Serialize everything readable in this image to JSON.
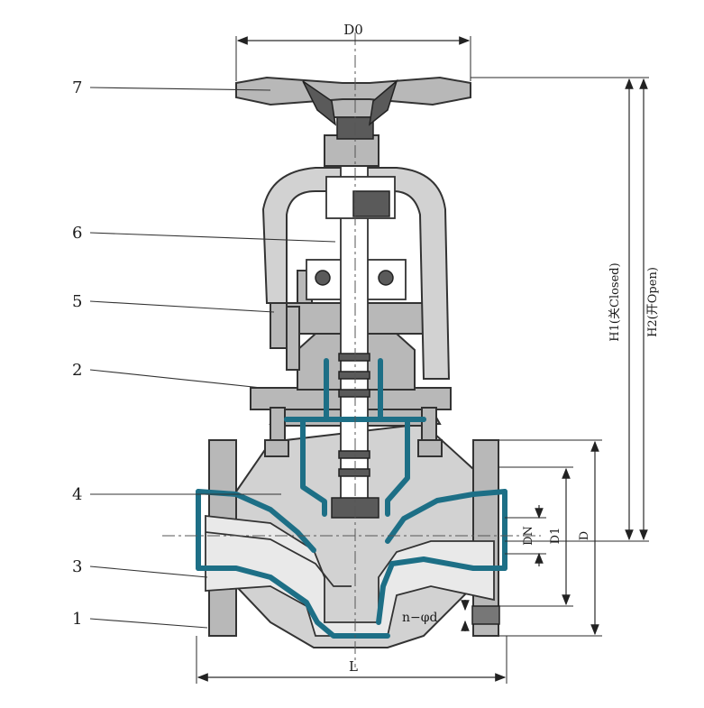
{
  "labels": {
    "d0": "D0",
    "h1": "H1(关Closed)",
    "h2": "H2(开Open)",
    "dn": "DN",
    "d1": "D1",
    "d": "D",
    "nd": "n−φd",
    "l": "L"
  },
  "parts": [
    "7",
    "6",
    "5",
    "2",
    "4",
    "3",
    "1"
  ],
  "colors": {
    "lining": "#1d6f86",
    "body": "#b8b8b8",
    "line": "#333333"
  }
}
